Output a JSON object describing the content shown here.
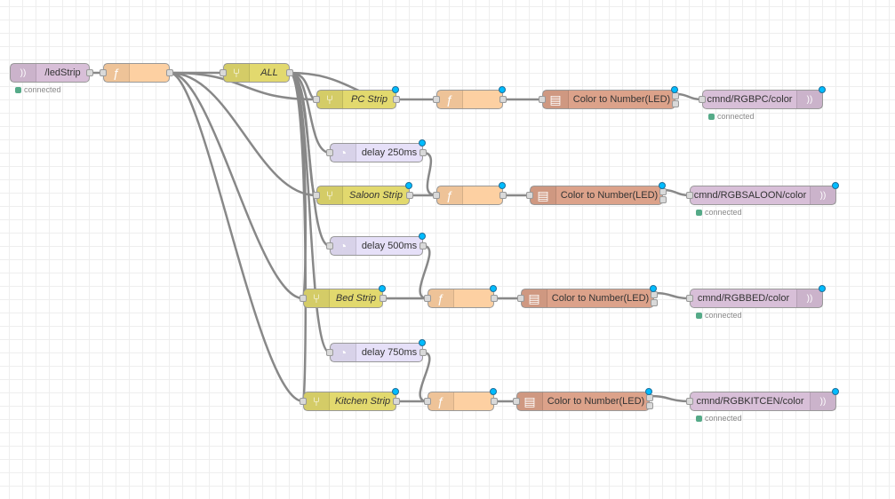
{
  "canvas": {
    "grid_color": "#eeeeee",
    "wire_color": "#888888",
    "changed_indicator_color": "#00bcff",
    "status_color": "#55aa88"
  },
  "nodes": {
    "mqtt_in": {
      "label": "/ledStrip",
      "status": "connected",
      "icon": "mqtt-icon"
    },
    "func_main": {
      "label": "",
      "icon": "function-icon"
    },
    "switch_all": {
      "label": "ALL",
      "icon": "switch-icon"
    },
    "switch_pc": {
      "label": "PC Strip"
    },
    "switch_saloon": {
      "label": "Saloon Strip"
    },
    "switch_bed": {
      "label": "Bed Strip"
    },
    "switch_kitchen": {
      "label": "Kitchen Strip"
    },
    "delay_250": {
      "label": "delay 250ms",
      "icon": "timer-icon"
    },
    "delay_500": {
      "label": "delay 500ms"
    },
    "delay_750": {
      "label": "delay 750ms"
    },
    "func_pc": {
      "label": ""
    },
    "func_saloon": {
      "label": ""
    },
    "func_bed": {
      "label": ""
    },
    "func_kitchen": {
      "label": ""
    },
    "color_pc": {
      "label": "Color to Number(LED)",
      "icon": "template-icon"
    },
    "color_saloon": {
      "label": "Color to Number(LED)"
    },
    "color_bed": {
      "label": "Color to Number(LED)"
    },
    "color_kitchen": {
      "label": "Color to Number(LED)"
    },
    "out_pc": {
      "label": "cmnd/RGBPC/color",
      "status": "connected"
    },
    "out_saloon": {
      "label": "cmnd/RGBSALOON/color",
      "status": "connected"
    },
    "out_bed": {
      "label": "cmnd/RGBBED/color",
      "status": "connected"
    },
    "out_kitchen": {
      "label": "cmnd/RGBKITCEN/color",
      "status": "connected"
    }
  },
  "icons": {
    "mqtt": "))",
    "function": "ƒ",
    "switch": "⑂",
    "delay": "◔",
    "template": "▤"
  }
}
